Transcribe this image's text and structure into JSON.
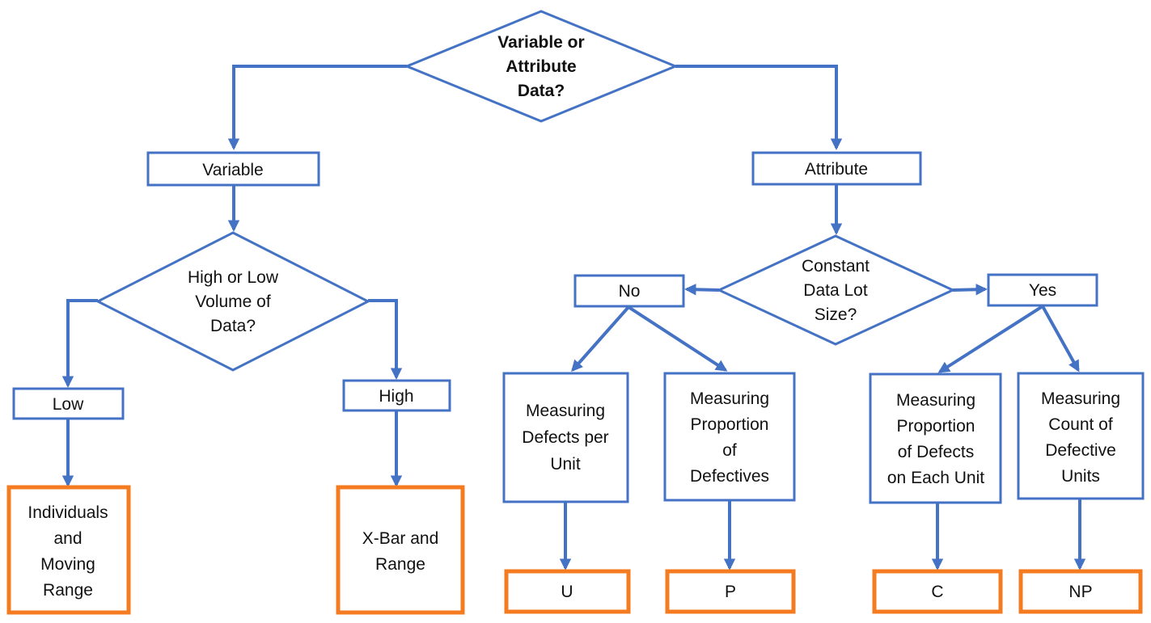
{
  "colors": {
    "node_stroke": "#4472C4",
    "final_stroke": "#F47B20",
    "text": "#111111"
  },
  "nodes": {
    "root": [
      "Variable or",
      "Attribute",
      "Data?"
    ],
    "variable": "Variable",
    "attribute": "Attribute",
    "volume": [
      "High or Low",
      "Volume of",
      "Data?"
    ],
    "lotsize": [
      "Constant",
      "Data Lot",
      "Size?"
    ],
    "low": "Low",
    "high": "High",
    "no": "No",
    "yes": "Yes",
    "defects_per_unit": [
      "Measuring",
      "Defects per",
      "Unit"
    ],
    "proportion_defectives": [
      "Measuring",
      "Proportion",
      "of",
      "Defectives"
    ],
    "proportion_defects_each_unit": [
      "Measuring",
      "Proportion",
      "of Defects",
      "on Each Unit"
    ],
    "count_defective_units": [
      "Measuring",
      "Count of",
      "Defective",
      "Units"
    ],
    "imr": [
      "Individuals",
      "and",
      "Moving",
      "Range"
    ],
    "xbar": [
      "X-Bar and",
      "Range"
    ],
    "u": "U",
    "p": "P",
    "c": "C",
    "np": "NP"
  }
}
